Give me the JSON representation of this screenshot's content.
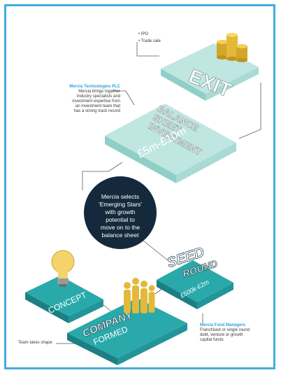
{
  "stages": {
    "exit": {
      "title": "EXIT",
      "bullets": [
        "IPO",
        "Trade sale"
      ]
    },
    "balance": {
      "title_lines": [
        "BALANCE",
        "SHEET",
        "INVESTMENT"
      ],
      "range": "£5m-£10m"
    },
    "seed": {
      "title_lines": [
        "SEED",
        "ROUND"
      ],
      "range": "£500k-£2m"
    },
    "concept": {
      "title": "CONCEPT"
    },
    "company": {
      "title_lines": [
        "COMPANY",
        "FORMED"
      ]
    }
  },
  "notes": {
    "mercia_tech": {
      "heading": "Mercia Technologies PLC",
      "lines": [
        "Mercia brings together",
        "industry specialists and",
        "investment expertise from",
        "an investment team that",
        "has a strong track record"
      ]
    },
    "fund_managers": {
      "heading": "Mercia Fund Managers",
      "lines": [
        "Franchised or single round",
        "debt, venture or growth",
        "capital funds"
      ]
    },
    "team": "Team takes shape"
  },
  "center_bubble": {
    "lines": [
      "Mercia selects",
      "'Emerging Stars'",
      "with growth",
      "potential to",
      "move on to the",
      "balance sheet"
    ]
  },
  "colors": {
    "frame": "#41aedb",
    "teal": "#2aa9ab",
    "teal_dark": "#1c7f82",
    "mint": "#bfe6e1",
    "mint_side": "#8fcfc8",
    "gold": "#e3b93a",
    "navy": "#142a3c",
    "heading_blue": "#27a7da"
  }
}
